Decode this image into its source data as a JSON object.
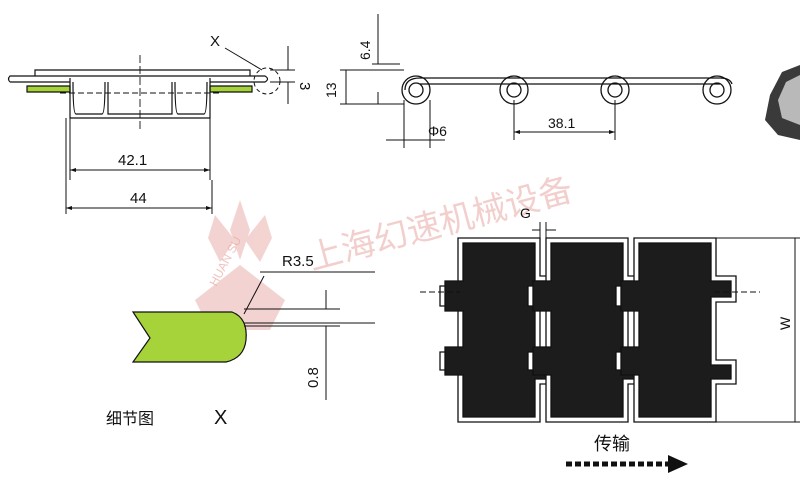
{
  "side_view": {
    "detail_marker": "X",
    "dim_height": "3",
    "dim_inner_width": "42.1",
    "dim_outer_width": "44"
  },
  "profile_view": {
    "dim_top": "6.4",
    "dim_height": "13",
    "dim_pin": "Φ6",
    "dim_pitch": "38.1"
  },
  "detail_view": {
    "radius": "R3.5",
    "thickness": "0.8",
    "caption": "细节图",
    "marker": "X"
  },
  "top_view": {
    "gap_label": "G",
    "width_label": "W",
    "direction_label": "传输"
  },
  "watermark": {
    "company": "上海幻速机械设备",
    "brand": "HUAN SU"
  },
  "colors": {
    "line": "#111111",
    "wear_strip": "#a6d23a",
    "plate": "#1c1c1c",
    "watermark": "#e9a9a4"
  }
}
